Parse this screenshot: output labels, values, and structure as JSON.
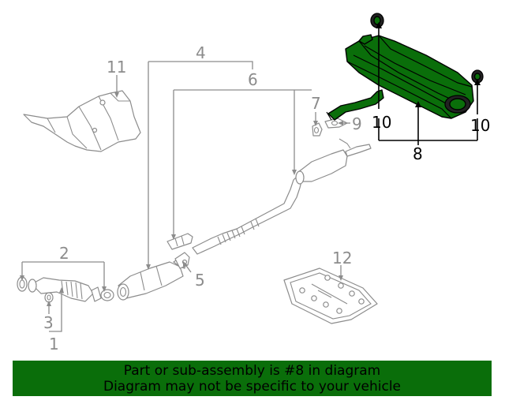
{
  "colors": {
    "highlight": "#0a6e0a",
    "callout_inactive": "#8c8c8c",
    "callout_active": "#000000",
    "background": "#ffffff"
  },
  "callouts": {
    "c1": "1",
    "c2": "2",
    "c3": "3",
    "c4": "4",
    "c5": "5",
    "c6": "6",
    "c7": "7",
    "c8": "8",
    "c9": "9",
    "c10a": "10",
    "c10b": "10",
    "c11": "11",
    "c12": "12"
  },
  "highlighted_part": "8",
  "banner": {
    "line1": "Part or sub-assembly is #8 in diagram",
    "line2": "Diagram may not be specific to your vehicle"
  }
}
